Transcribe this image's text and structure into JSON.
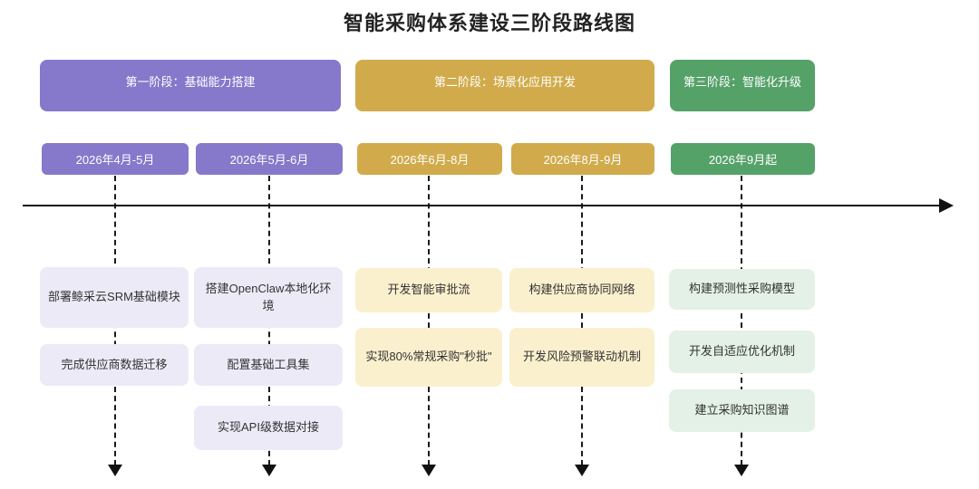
{
  "title": "智能采购体系建设三阶段路线图",
  "phases": [
    {
      "label": "第一阶段：基础能力搭建"
    },
    {
      "label": "第二阶段：场景化应用开发"
    },
    {
      "label": "第三阶段：智能化升级"
    }
  ],
  "columns": [
    {
      "date": "2026年4月-5月",
      "tasks": [
        "部署鲸采云SRM基础模块",
        "完成供应商数据迁移"
      ]
    },
    {
      "date": "2026年5月-6月",
      "tasks": [
        "搭建OpenClaw本地化环境",
        "配置基础工具集",
        "实现API级数据对接"
      ]
    },
    {
      "date": "2026年6月-8月",
      "tasks": [
        "开发智能审批流",
        "实现80%常规采购\"秒批\""
      ]
    },
    {
      "date": "2026年8月-9月",
      "tasks": [
        "构建供应商协同网络",
        "开发风险预警联动机制"
      ]
    },
    {
      "date": "2026年9月起",
      "tasks": [
        "构建预测性采购模型",
        "开发自适应优化机制",
        "建立采购知识图谱"
      ]
    }
  ],
  "colors": {
    "phase1": "#8678cb",
    "phase2": "#d1ab4b",
    "phase3": "#55a269",
    "phase1_light": "#edeaf8",
    "phase2_light": "#fbf0cd",
    "phase3_light": "#e3f1e6",
    "line": "#111111",
    "text_dark": "#333333"
  }
}
